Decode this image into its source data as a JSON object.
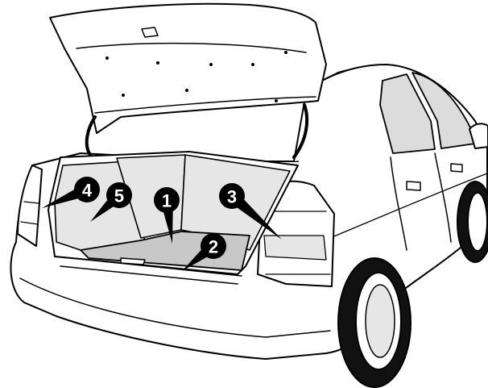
{
  "callouts": [
    {
      "id": "1",
      "label": "1"
    },
    {
      "id": "2",
      "label": "2"
    },
    {
      "id": "3",
      "label": "3"
    },
    {
      "id": "4",
      "label": "4"
    },
    {
      "id": "5",
      "label": "5"
    }
  ],
  "colors": {
    "line": "#000000",
    "body_fill": "#ffffff",
    "trunk_liner": "#e6e6e6",
    "trunk_floor": "#c8c8c8",
    "glass_tint": "#dcdcdc",
    "tire": "#111111",
    "callout_badge": "#000000",
    "callout_text": "#ffffff"
  },
  "icons": {
    "callout_badge": "pointer-badge-icon"
  }
}
